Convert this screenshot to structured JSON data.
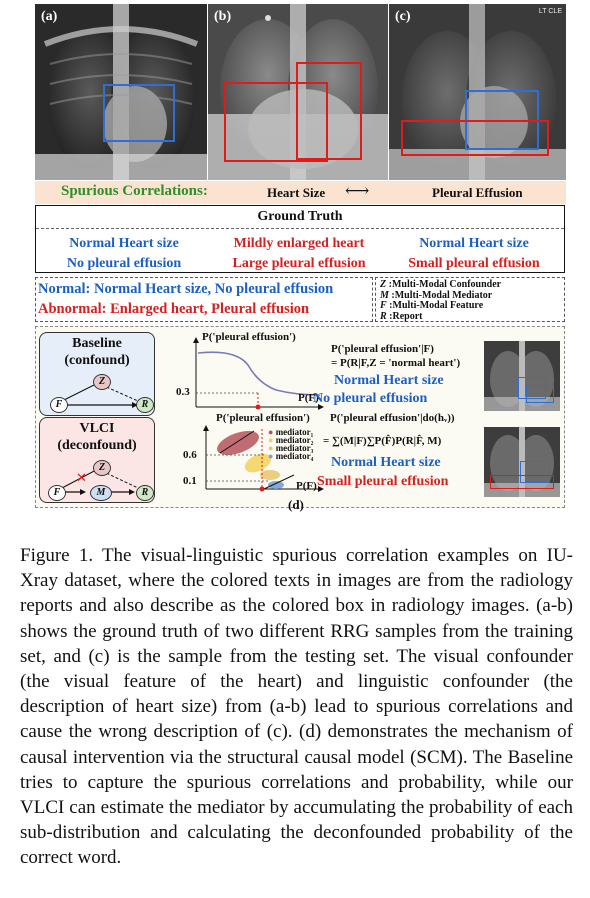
{
  "panels": {
    "a_label": "(a)",
    "b_label": "(b)",
    "c_label": "(c)",
    "c_corner_text": "LT   CLE"
  },
  "spurious": {
    "label": "Spurious Correlations:",
    "left_term": "Heart Size",
    "arrow": "⟷",
    "right_term": "Pleural Effusion"
  },
  "ground_truth": {
    "title": "Ground Truth",
    "columns": [
      {
        "line1": "Normal Heart size",
        "line2": "No pleural effusion",
        "color": "#1c5fc4"
      },
      {
        "line1": "Mildly enlarged heart",
        "line2": "Large pleural effusion",
        "color": "#d62020"
      },
      {
        "line1": "Normal Heart size",
        "line2": "Small pleural effusion",
        "color_line1": "#1c5fc4",
        "color_line2": "#d62020"
      }
    ]
  },
  "definitions": {
    "normal": "Normal: Normal Heart size, No pleural effusion",
    "abnormal": "Abnormal: Enlarged heart, Pleural effusion"
  },
  "legend": [
    {
      "symbol": "Z",
      "text": ":Multi-Modal Confounder"
    },
    {
      "symbol": "M",
      "text": ":Multi-Modal Mediator"
    },
    {
      "symbol": "F",
      "text": ":Multi-Modal Feature"
    },
    {
      "symbol": "R",
      "text": ":Report"
    }
  ],
  "panel_d": {
    "baseline_title": "Baseline",
    "baseline_sub": "(confound)",
    "vlci_title": "VLCI",
    "vlci_sub": "(deconfound)",
    "nodes": {
      "z": "Z",
      "f": "F",
      "r": "R",
      "m": "M"
    },
    "top_plot": {
      "ylabel": "P('pleural effusion')",
      "xlabel": "P(F)",
      "tick": "0.3"
    },
    "top_eq_line1": "P('pleural effusion'|F)",
    "top_eq_line2": "= P(R|F,Z = 'normal heart')",
    "top_result1": "Normal Heart size",
    "top_result2": "No pleural effusion",
    "bottom_plot": {
      "ylabel": "P('pleural effusion')",
      "xlabel": "P(F)",
      "tick_high": "0.6",
      "tick_low": "0.1",
      "mediators": [
        "mediator₁",
        "mediator₂",
        "mediator₃",
        "mediator₄"
      ]
    },
    "bottom_eq_line1": "P('pleural effusion'|do(hᵥ))",
    "bottom_eq_line2": "= ∑(M|F)∑P(F̂)P(R|F̂, M)",
    "bottom_result1": "Normal Heart size",
    "bottom_result2": "Small pleural effusion",
    "label": "(d)"
  },
  "caption": "Figure 1. The visual-linguistic spurious correlation examples on IU-Xray dataset, where the colored texts in images are from the radiology reports and also describe as the colored box in radiology images. (a-b) shows the ground truth of two different RRG samples from the training set, and (c) is the sample from the testing set. The visual confounder (the visual feature of the heart) and linguistic confounder (the description of heart size) from (a-b) lead to spurious correlations and cause the wrong description of (c). (d) demonstrates the mechanism of causal intervention via the structural causal model (SCM). The Baseline tries to capture the spurious correlations and probability, while our VLCI can estimate the mediator by accumulating the probability of each sub-distribution and calculating the deconfounded probability of the correct word.",
  "colors": {
    "blue": "#1c5fc4",
    "red": "#d62020",
    "spurious_green": "#2f8f2a",
    "spurious_bg": "#fbe3d1"
  }
}
